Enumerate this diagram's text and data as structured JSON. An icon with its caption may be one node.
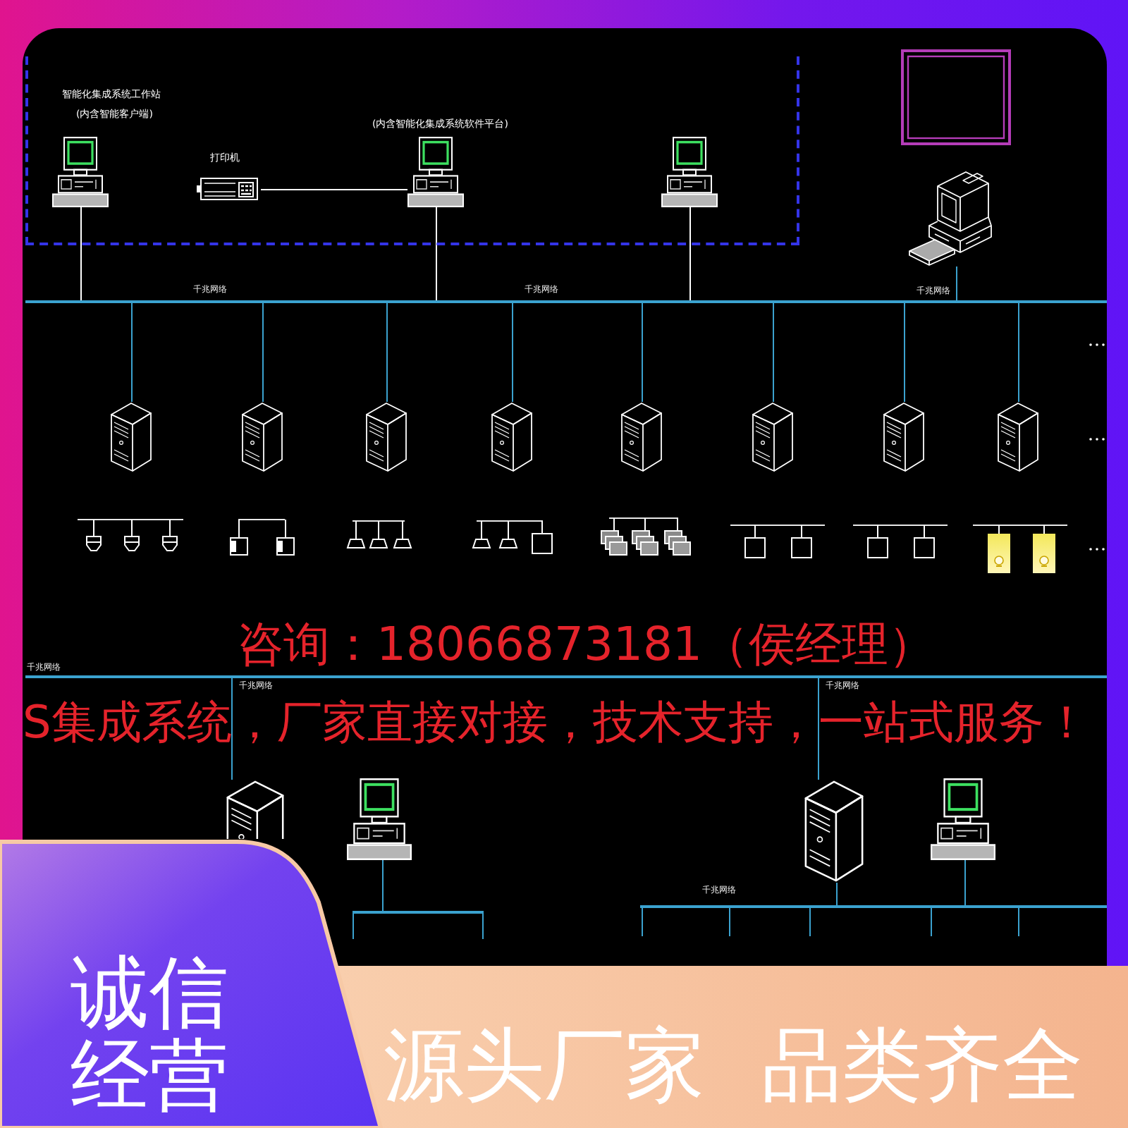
{
  "diagram": {
    "nodes": [
      {
        "text": [],
        "shape": "box"
      },
      {
        "text": [],
        "shape": "picture",
        "in": 0,
        "beside": [
          "智能化集成系统工作站",
          "(内含智能客户端)"
        ]
      },
      {
        "text": [],
        "shape": "picture",
        "in": 0,
        "beside": [
          "打印机"
        ]
      },
      {
        "text": [],
        "shape": "picture",
        "in": 0,
        "beside": [
          "(内含智能化集成系统软件平台)"
        ]
      },
      {
        "text": [],
        "shape": "picture",
        "in": 0
      },
      {
        "text": [],
        "shape": "picture"
      },
      {
        "text": [],
        "shape": "bar",
        "beside": [
          "千兆网络",
          "千兆网络",
          "千兆网络"
        ]
      },
      {
        "text": [],
        "shape": "picture"
      },
      {
        "text": [],
        "shape": "picture"
      },
      {
        "text": [],
        "shape": "picture"
      },
      {
        "text": [],
        "shape": "picture"
      },
      {
        "text": [],
        "shape": "picture"
      },
      {
        "text": [],
        "shape": "picture"
      },
      {
        "text": [],
        "shape": "picture"
      },
      {
        "text": [],
        "shape": "picture"
      },
      {
        "text": [],
        "shape": "bar",
        "beside": [
          "千兆网络"
        ]
      },
      {
        "text": [],
        "shape": "picture"
      },
      {
        "text": [],
        "shape": "picture"
      },
      {
        "text": [],
        "shape": "bar"
      },
      {
        "text": [],
        "shape": "picture"
      },
      {
        "text": [],
        "shape": "picture"
      },
      {
        "text": [],
        "shape": "bar",
        "beside": [
          "千兆网络"
        ]
      }
    ],
    "edges": [
      {
        "from": 1,
        "to": 6,
        "arrow": "none",
        "color": "#ffffff"
      },
      {
        "from": 2,
        "to": 3,
        "arrow": "none",
        "color": "#ffffff"
      },
      {
        "from": 3,
        "to": 6,
        "arrow": "none",
        "color": "#ffffff"
      },
      {
        "from": 4,
        "to": 6,
        "arrow": "none",
        "color": "#ffffff"
      },
      {
        "from": 5,
        "to": 6,
        "arrow": "none"
      },
      {
        "from": 6,
        "to": 7,
        "arrow": "none"
      },
      {
        "from": 6,
        "to": 8,
        "arrow": "none"
      },
      {
        "from": 6,
        "to": 9,
        "arrow": "none"
      },
      {
        "from": 6,
        "to": 10,
        "arrow": "none"
      },
      {
        "from": 6,
        "to": 11,
        "arrow": "none"
      },
      {
        "from": 6,
        "to": 12,
        "arrow": "none"
      },
      {
        "from": 6,
        "to": 13,
        "arrow": "none"
      },
      {
        "from": 6,
        "to": 14,
        "arrow": "none"
      },
      {
        "from": 15,
        "to": 16,
        "arrow": "none"
      },
      {
        "from": 15,
        "to": 19,
        "arrow": "none"
      },
      {
        "from": 17,
        "to": 18,
        "arrow": "none"
      },
      {
        "from": 18,
        "to": null,
        "arrow": "none"
      },
      {
        "from": 18,
        "to": null,
        "arrow": "none"
      },
      {
        "from": 19,
        "to": 21,
        "arrow": "none"
      },
      {
        "from": 20,
        "to": 21,
        "arrow": "none"
      },
      {
        "from": 21,
        "to": null,
        "arrow": "none"
      },
      {
        "from": 21,
        "to": null,
        "arrow": "none"
      },
      {
        "from": 21,
        "to": null,
        "arrow": "none"
      },
      {
        "from": 21,
        "to": null,
        "arrow": "none"
      },
      {
        "from": 21,
        "to": null,
        "arrow": "none"
      }
    ],
    "labels": [
      "咨询：18066873181（侯经理）",
      "千兆网络",
      "千兆网络",
      "S集成系统，厂家直接对接，技术支持，一站式服务！",
      "诚信经营",
      "源头厂家",
      "品类齐全"
    ]
  }
}
